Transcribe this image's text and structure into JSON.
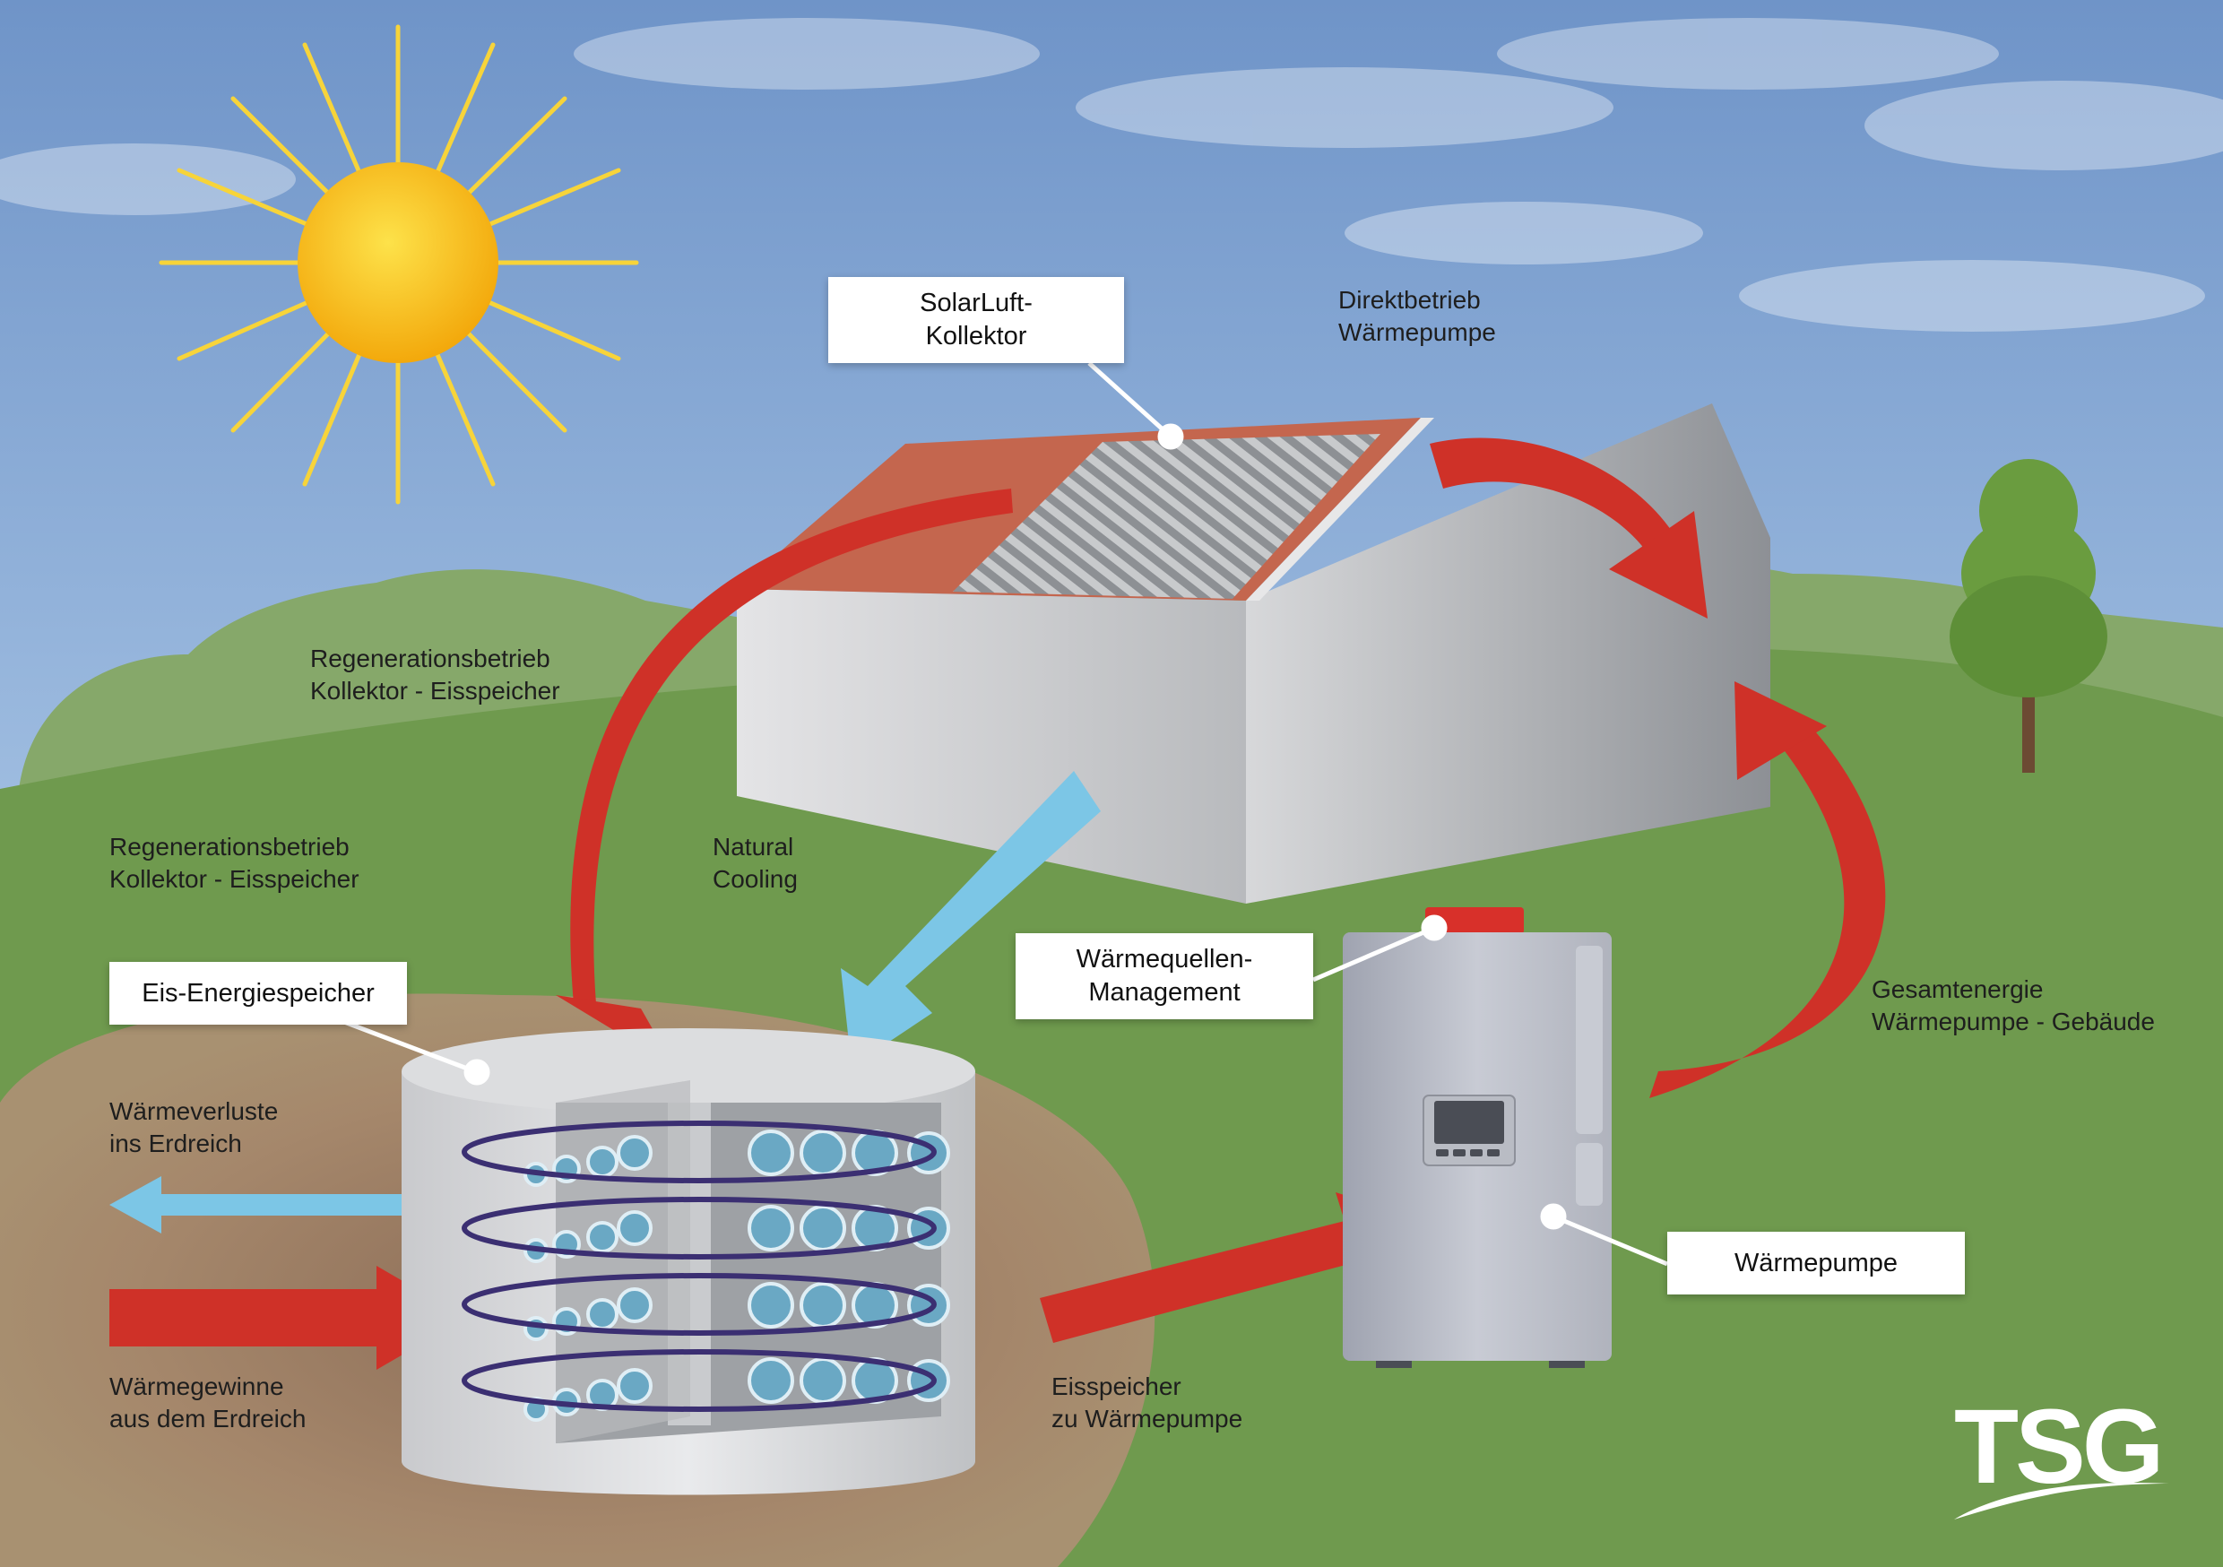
{
  "labels": {
    "solar_collector": [
      "SolarLuft-",
      "Kollektor"
    ],
    "direct_operation": [
      "Direktbetrieb",
      "Wärmepumpe"
    ],
    "regeneration_upper": [
      "Regenerationsbetrieb",
      "Kollektor - Eisspeicher"
    ],
    "regeneration_lower": [
      "Regenerationsbetrieb",
      "Kollektor - Eisspeicher"
    ],
    "natural_cooling": [
      "Natural",
      "Cooling"
    ],
    "heat_source_management": [
      "Wärmequellen-",
      "Management"
    ],
    "ice_storage": "Eis-Energiespeicher",
    "heat_loss": [
      "Wärmeverluste",
      "ins Erdreich"
    ],
    "heat_gain": [
      "Wärmegewinne",
      "aus dem Erdreich"
    ],
    "ice_to_heat_pump": [
      "Eisspeicher",
      "zu Wärmepumpe"
    ],
    "total_energy": [
      "Gesamtenergie",
      "Wärmepumpe - Gebäude"
    ],
    "heat_pump": "Wärmepumpe"
  },
  "logo": {
    "text": "TSG"
  },
  "colors": {
    "sky_top": "#7fa1cf",
    "sky_bottom": "#b9d3ea",
    "grass": "#6f9a4e",
    "hill_back": "#86a86a",
    "soil": "#a2866a",
    "warm_arrow": "#cf3128",
    "cool_arrow": "#7cc6e6",
    "roof": "#c4664e",
    "sun": "#f6b812",
    "coil": "#3b2f72"
  }
}
